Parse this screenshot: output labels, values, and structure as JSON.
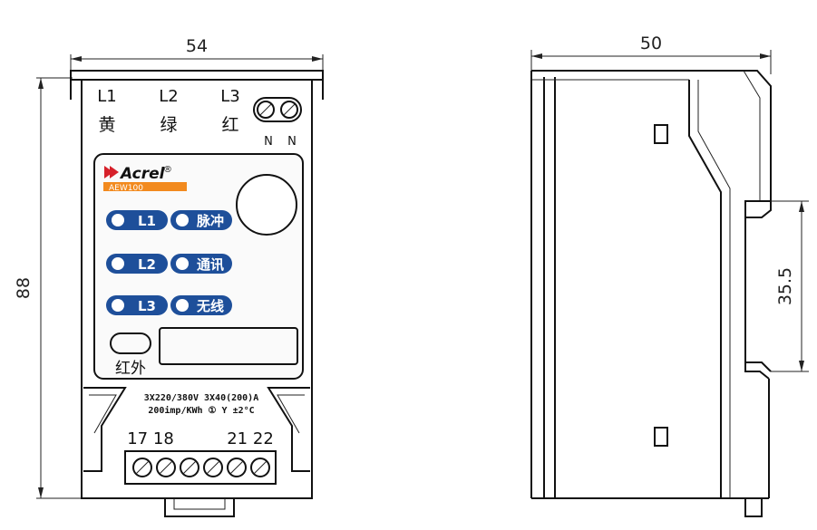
{
  "dimensions": {
    "width": "54",
    "height": "88",
    "depth": "50",
    "rail": "35.5"
  },
  "front": {
    "phases": [
      {
        "label": "L1",
        "color_name": "黄"
      },
      {
        "label": "L2",
        "color_name": "绿"
      },
      {
        "label": "L3",
        "color_name": "红"
      }
    ],
    "neutral_labels": [
      "N",
      "N"
    ],
    "brand": "Acrel",
    "brand_mark": "®",
    "model": "AEW100",
    "leds": [
      {
        "label": "L1"
      },
      {
        "label": "脉冲"
      },
      {
        "label": "L2"
      },
      {
        "label": "通讯"
      },
      {
        "label": "L3"
      },
      {
        "label": "无线"
      }
    ],
    "ir_label": "红外",
    "spec_line1": "3X220/380V  3X40(200)A",
    "spec_line2": "200imp/KWh  ①  Y  ±2°C",
    "terminals_left": "17 18",
    "terminals_right": "21 22"
  },
  "colors": {
    "led_blue": "#1e4f9a",
    "brand_red": "#d6202a",
    "model_orange": "#f28a1e"
  }
}
